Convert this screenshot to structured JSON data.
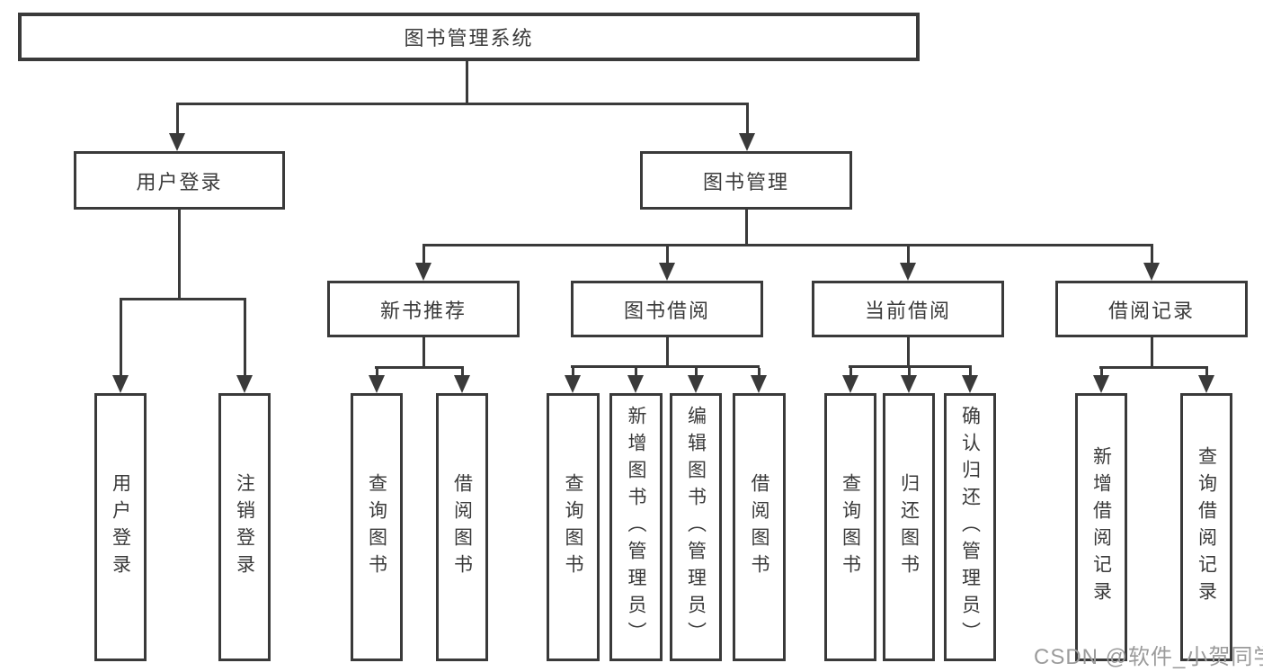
{
  "colors": {
    "line": "#3a3a3a",
    "text": "#3a3a3a",
    "watermark": "#9b9b9b",
    "background": "#ffffff"
  },
  "nodes": {
    "root": "图书管理系统",
    "level2": {
      "user_login": "用户登录",
      "book_mgmt": "图书管理"
    },
    "level3": {
      "new_books": "新书推荐",
      "book_borrow": "图书借阅",
      "current_borrow": "当前借阅",
      "borrow_records": "借阅记录"
    },
    "leaves": {
      "user_login": [
        "用户登录",
        "注销登录"
      ],
      "new_books": [
        "查询图书",
        "借阅图书"
      ],
      "book_borrow": [
        "查询图书",
        "新增图书（管理员）",
        "编辑图书（管理员）",
        "借阅图书"
      ],
      "current_borrow": [
        "查询图书",
        "归还图书",
        "确认归还（管理员）"
      ],
      "borrow_records": [
        "新增借阅记录",
        "查询借阅记录"
      ]
    }
  },
  "watermark": "CSDN @软件_小贺同学"
}
